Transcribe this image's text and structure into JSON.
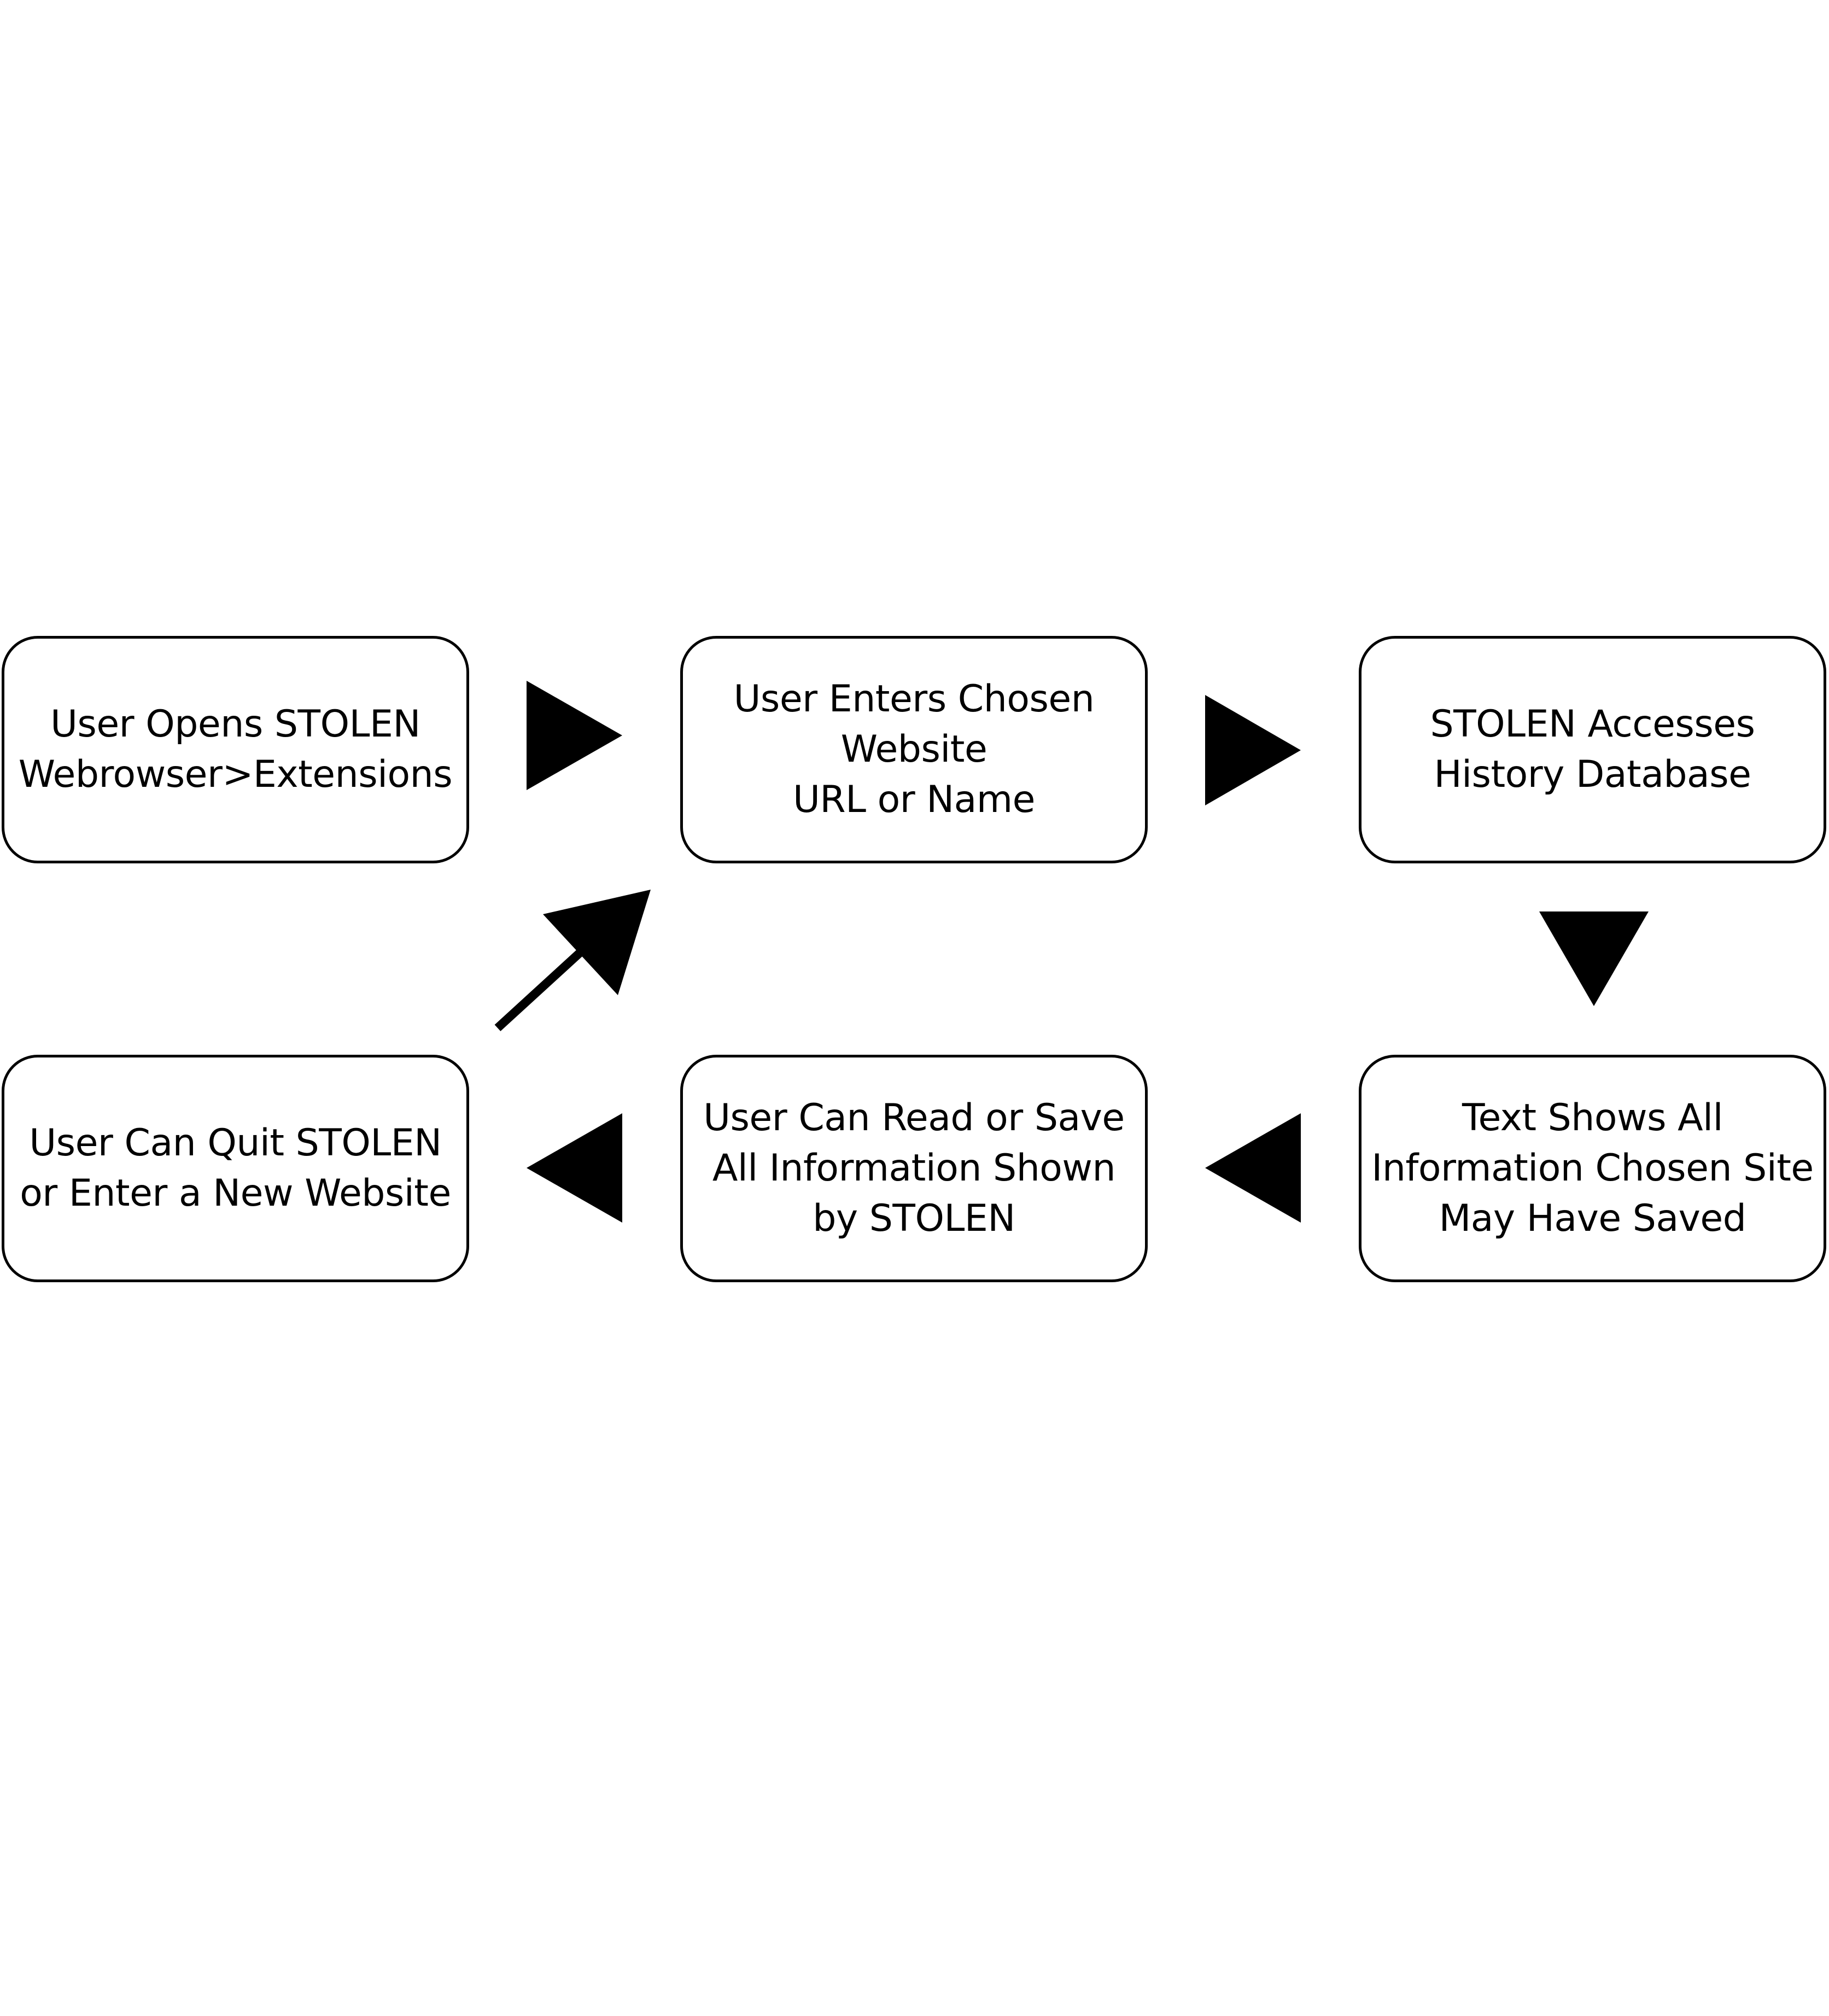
{
  "flowchart": {
    "steps": [
      {
        "id": "open-extension",
        "label": "User Opens STOLEN\nWebrowser>Extensions"
      },
      {
        "id": "enter-website",
        "label": "User Enters Chosen\nWebsite\nURL or Name"
      },
      {
        "id": "access-history",
        "label": "STOLEN Accesses\nHistory Database"
      },
      {
        "id": "show-info",
        "label": "Text Shows All\nInformation Chosen Site\nMay Have Saved"
      },
      {
        "id": "read-save",
        "label": "User Can Read or Save\nAll Information Shown\nby STOLEN"
      },
      {
        "id": "quit-or-new",
        "label": "User Can Quit STOLEN\nor Enter a New Website"
      }
    ],
    "connectors": [
      {
        "from": "open-extension",
        "to": "enter-website",
        "direction": "right"
      },
      {
        "from": "enter-website",
        "to": "access-history",
        "direction": "right"
      },
      {
        "from": "access-history",
        "to": "show-info",
        "direction": "down"
      },
      {
        "from": "show-info",
        "to": "read-save",
        "direction": "left"
      },
      {
        "from": "read-save",
        "to": "quit-or-new",
        "direction": "left"
      },
      {
        "from": "quit-or-new",
        "to": "enter-website",
        "direction": "up-right"
      }
    ],
    "colors": {
      "box_border": "#000000",
      "box_fill": "#ffffff",
      "arrow": "#000000",
      "text": "#000000"
    }
  }
}
